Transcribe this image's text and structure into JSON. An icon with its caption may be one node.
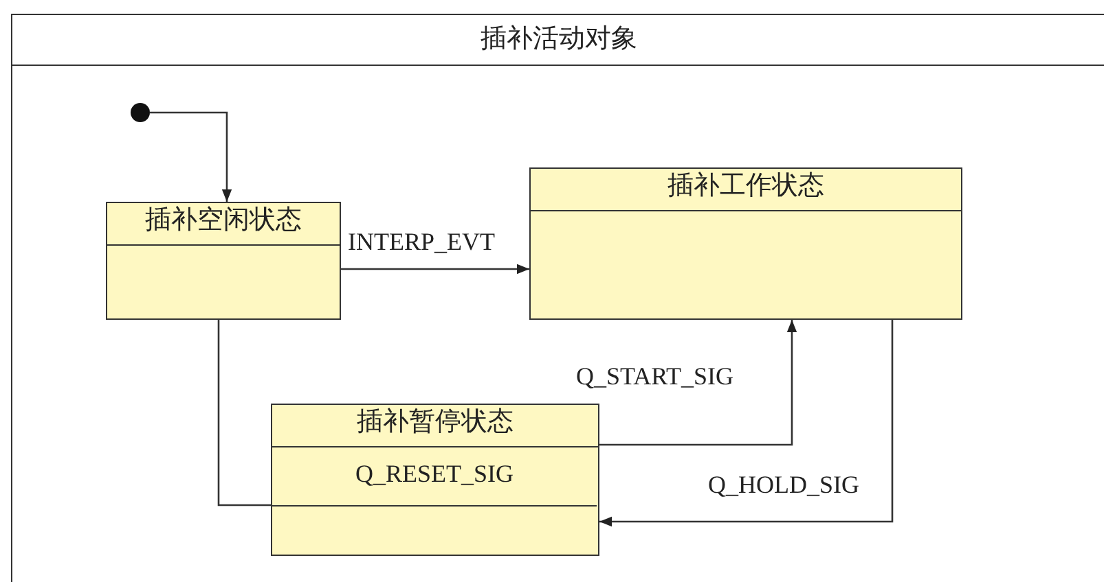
{
  "diagram": {
    "nodes": [
      {
        "text": [
          "插补活动对象"
        ]
      },
      {
        "text": [],
        "shape": "circle",
        "in": 0
      },
      {
        "text": [
          "插补空闲状态"
        ],
        "in": 0
      },
      {
        "text": [
          "插补工作状态"
        ],
        "in": 0
      },
      {
        "text": [
          "插补暂停状态",
          "Q_RESET_SIG"
        ],
        "in": 0
      }
    ],
    "edges": [
      {
        "from": 1,
        "to": 2,
        "arrow": "to"
      },
      {
        "from": 2,
        "to": 3,
        "arrow": "to",
        "label": "INTERP_EVT"
      },
      {
        "from": 2,
        "to": 4,
        "arrow": "none"
      },
      {
        "from": 4,
        "to": 3,
        "arrow": "to",
        "label": "Q_START_SIG"
      },
      {
        "from": 3,
        "to": 4,
        "arrow": "to",
        "label": "Q_HOLD_SIG"
      }
    ]
  }
}
